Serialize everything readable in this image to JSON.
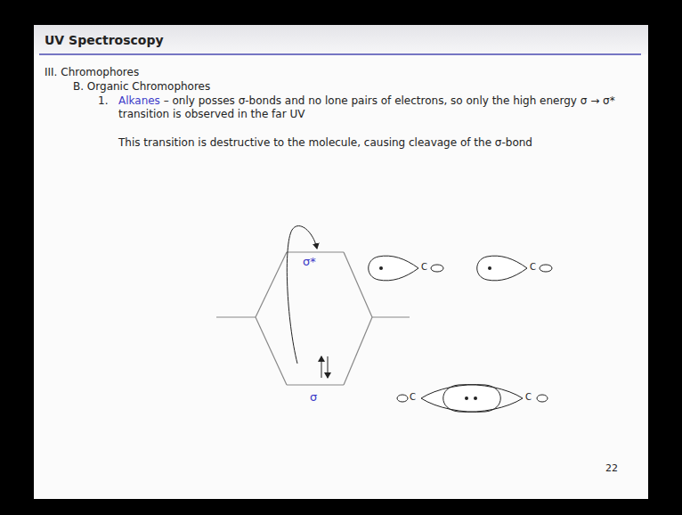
{
  "diagram": {
    "title": "UV Spectroscopy",
    "labels": [
      "III. Chromophores",
      "B. Organic Chromophores",
      "1.",
      "Alkanes",
      "– only posses σ-bonds and no lone pairs of electrons, so only the high energy σ → σ* transition is observed in the far UV",
      "This transition is destructive to the molecule, causing cleavage of the σ-bond",
      "σ*",
      "σ",
      "C",
      "C",
      "C",
      "C",
      "22"
    ]
  }
}
